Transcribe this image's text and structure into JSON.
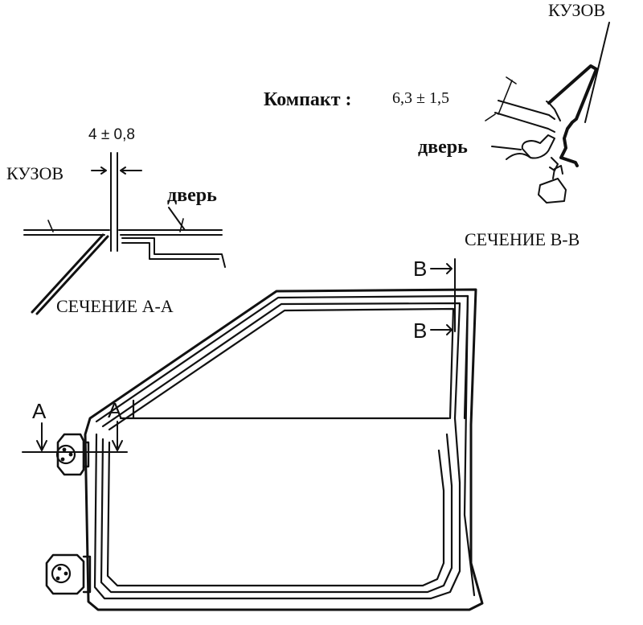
{
  "top_right_section": {
    "label_body": "КУЗОВ",
    "label_compact": "Компакт :",
    "compact_value": "6,3  ± 1,5",
    "label_door": "дверь",
    "section_title": "СЕЧЕНИЕ В-В"
  },
  "left_section": {
    "dimension": "4 ± 0,8",
    "label_body": "КУЗОВ",
    "label_door": "дверь",
    "section_title": "СЕЧЕНИЕ А-А"
  },
  "door_markers": {
    "a_left": "A",
    "a_right": "A",
    "b_top": "B",
    "b_lower": "B"
  }
}
